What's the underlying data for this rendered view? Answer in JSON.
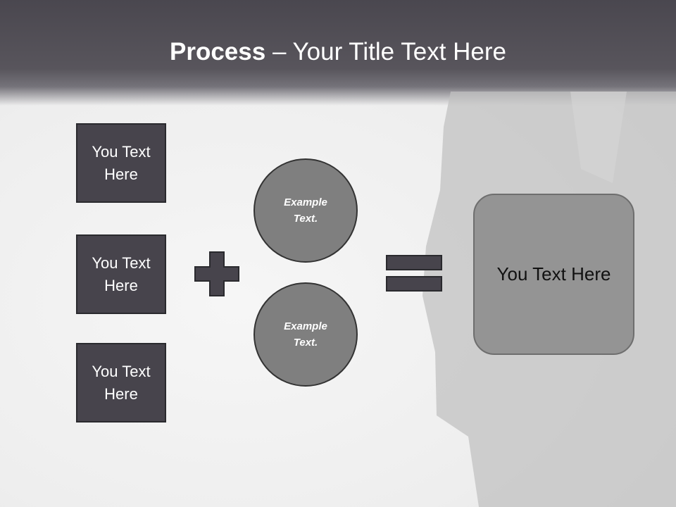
{
  "title": {
    "bold": "Process",
    "rest": " – Your Title Text Here"
  },
  "inputs": [
    {
      "label": "You Text Here"
    },
    {
      "label": "You Text Here"
    },
    {
      "label": "You Text Here"
    }
  ],
  "operands": [
    {
      "label": "Example Text."
    },
    {
      "label": "Example Text."
    }
  ],
  "result": {
    "label": "You Text Here"
  },
  "icons": {
    "plus": "plus-icon",
    "equals": "equals-icon",
    "background": "person-silhouette"
  },
  "colors": {
    "header": "#4a474f",
    "box_fill": "#47444c",
    "circle_fill": "#7f7f7f",
    "result_fill": "#949494",
    "operator_fill": "#47444c"
  }
}
